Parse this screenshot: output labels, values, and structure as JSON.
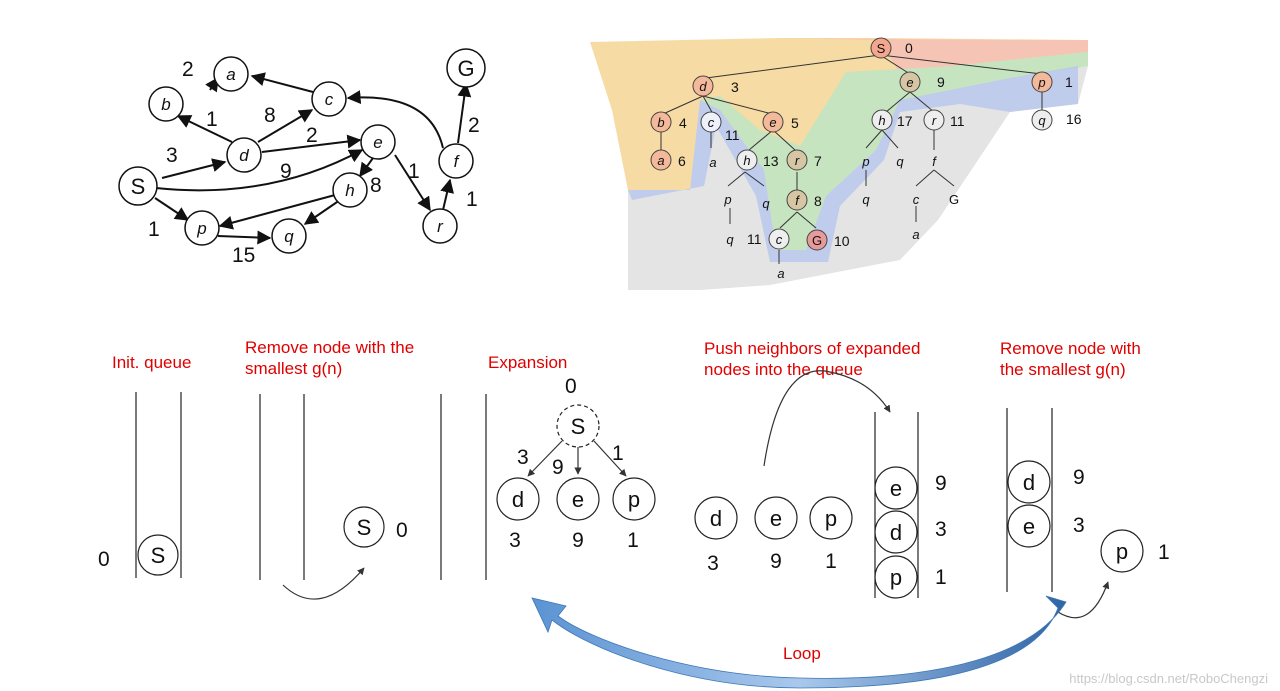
{
  "graph": {
    "edge_weights": [
      "2",
      "1",
      "8",
      "2",
      "3",
      "9",
      "8",
      "1",
      "1",
      "15",
      "2",
      "1"
    ]
  },
  "tree": {
    "root": {
      "node": "S",
      "cost": "0"
    },
    "level1": [
      {
        "node": "d",
        "cost": "3"
      },
      {
        "node": "e",
        "cost": "9"
      },
      {
        "node": "p",
        "cost": "1"
      }
    ],
    "d_children": [
      {
        "node": "b",
        "cost": "4"
      },
      {
        "node": "c",
        "cost": "11"
      },
      {
        "node": "e",
        "cost": "5"
      }
    ],
    "b_children": [
      {
        "node": "a",
        "cost": "6"
      }
    ],
    "c_children": [
      "a"
    ],
    "e5_children": [
      {
        "node": "h",
        "cost": "13"
      },
      {
        "node": "r",
        "cost": "7"
      }
    ],
    "h13_children": [
      "p",
      "q"
    ],
    "h13_grandchildren": [
      {
        "node": "q",
        "cost": "11"
      }
    ],
    "r7_children": [
      {
        "node": "f",
        "cost": "8"
      }
    ],
    "f8_children": [
      {
        "node": "c",
        "cost": ""
      },
      {
        "node": "G",
        "cost": "10"
      }
    ],
    "c_leaf": "a",
    "e9_children": [
      {
        "node": "h",
        "cost": "17"
      },
      {
        "node": "r",
        "cost": "11"
      }
    ],
    "h17_children": [
      "p",
      "q"
    ],
    "p_leaf": "q",
    "r11_children": [
      "f"
    ],
    "f_children": [
      "c",
      "G"
    ],
    "c2_leaf": "a",
    "p1_children": [
      {
        "node": "q",
        "cost": "16"
      }
    ]
  },
  "steps": [
    {
      "label": "Init. queue"
    },
    {
      "label_lines": [
        "Remove node with the",
        "smallest g(n)"
      ]
    },
    {
      "label": "Expansion"
    },
    {
      "label_lines": [
        "Push neighbors of expanded",
        "nodes into the queue"
      ]
    },
    {
      "label_lines": [
        "Remove node with",
        "the smallest g(n)"
      ]
    }
  ],
  "step1": {
    "node": "S",
    "cost": "0"
  },
  "step2": {
    "node": "S",
    "cost": "0"
  },
  "step3": {
    "root": {
      "node": "S",
      "cost": "0"
    },
    "edge_costs": [
      "3",
      "9",
      "1"
    ],
    "children": [
      {
        "node": "d",
        "cost": "3"
      },
      {
        "node": "e",
        "cost": "9"
      },
      {
        "node": "p",
        "cost": "1"
      }
    ]
  },
  "step4": {
    "loose": [
      {
        "node": "d",
        "cost": "3"
      },
      {
        "node": "e",
        "cost": "9"
      },
      {
        "node": "p",
        "cost": "1"
      }
    ],
    "queue": [
      {
        "node": "e",
        "cost": "9"
      },
      {
        "node": "d",
        "cost": "3"
      },
      {
        "node": "p",
        "cost": "1"
      }
    ]
  },
  "step5": {
    "queue": [
      {
        "node": "d",
        "cost": "9"
      },
      {
        "node": "e",
        "cost": "3"
      }
    ],
    "removed": {
      "node": "p",
      "cost": "1"
    }
  },
  "loop_label": "Loop",
  "watermark": "https://blog.csdn.net/RoboChengzi",
  "colors": {
    "red_text": "#e00000",
    "arrow_blue": "#3f78b5",
    "orange_region": "#f7dba4",
    "green_region": "#c6e4bf",
    "gray_region": "#e4e4e4",
    "blue_band": "#b6c6ee",
    "red_region": "#f5c4b4"
  }
}
